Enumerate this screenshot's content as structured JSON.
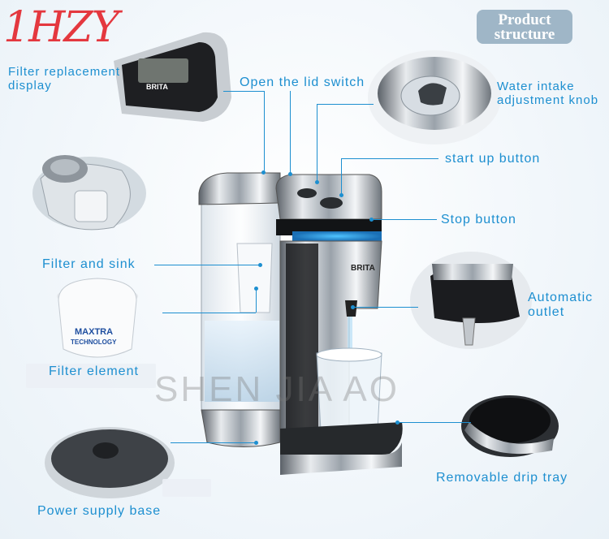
{
  "logo": {
    "text": "1HZY"
  },
  "badge": {
    "line1": "Product",
    "line2": "structure"
  },
  "labels": {
    "filter_display_line1": "Filter replacement",
    "filter_display_line2": "display",
    "open_lid": "Open the lid switch",
    "water_intake_line1": "Water intake",
    "water_intake_line2": "adjustment knob",
    "start_button": "start up button",
    "stop_button": "Stop button",
    "filter_sink": "Filter and sink",
    "automatic_outlet_line1": "Automatic",
    "automatic_outlet_line2": "outlet",
    "filter_element": "Filter element",
    "drip_tray": "Removable drip tray",
    "power_base": "Power supply base"
  },
  "watermark": "SHEN JIA AO",
  "product_text": {
    "brand": "BRITA",
    "filter_brand_line1": "MAXTRA",
    "filter_brand_line2": "TECHNOLOGY"
  },
  "colors": {
    "accent": "#1d8fd0",
    "badge": "#9fb6c7",
    "logo": "#e3242b"
  }
}
